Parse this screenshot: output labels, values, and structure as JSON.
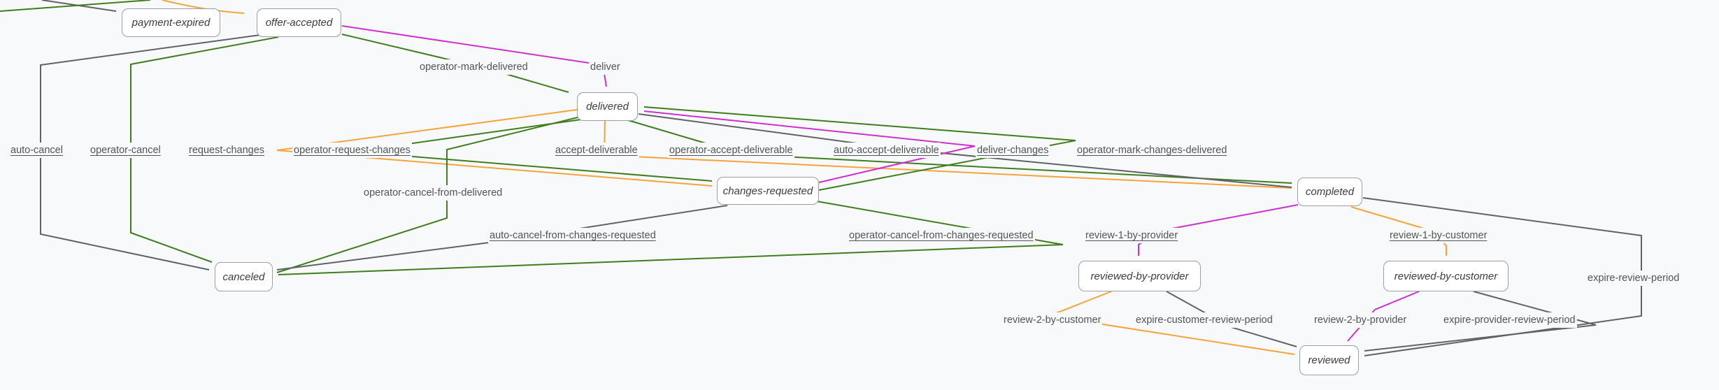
{
  "diagram": {
    "type": "state-machine",
    "description": "Transaction process flow diagram"
  },
  "colors": {
    "background": "#f8f9fa",
    "node_border": "#9aa0a6",
    "node_text": "#3d3d3d",
    "label_text": "#515457",
    "customer": "#f5a33c",
    "provider": "#d02fd0",
    "operator": "#3f7e1e",
    "time": "#5f6368"
  },
  "nodes": [
    {
      "id": "payment-expired",
      "label": "payment-expired"
    },
    {
      "id": "offer-accepted",
      "label": "offer-accepted"
    },
    {
      "id": "delivered",
      "label": "delivered"
    },
    {
      "id": "changes-requested",
      "label": "changes-requested"
    },
    {
      "id": "completed",
      "label": "completed"
    },
    {
      "id": "canceled",
      "label": "canceled"
    },
    {
      "id": "reviewed-by-provider",
      "label": "reviewed-by-provider"
    },
    {
      "id": "reviewed-by-customer",
      "label": "reviewed-by-customer"
    },
    {
      "id": "reviewed",
      "label": "reviewed"
    }
  ],
  "transitions": [
    {
      "id": "auto-cancel",
      "label": "auto-cancel",
      "actor": "time",
      "underlined": true
    },
    {
      "id": "operator-cancel",
      "label": "operator-cancel",
      "actor": "operator",
      "underlined": true
    },
    {
      "id": "request-changes",
      "label": "request-changes",
      "actor": "customer",
      "underlined": true
    },
    {
      "id": "operator-request-changes",
      "label": "operator-request-changes",
      "actor": "operator",
      "underlined": true
    },
    {
      "id": "accept-deliverable",
      "label": "accept-deliverable",
      "actor": "customer",
      "underlined": true
    },
    {
      "id": "operator-accept-deliverable",
      "label": "operator-accept-deliverable",
      "actor": "operator",
      "underlined": true
    },
    {
      "id": "auto-accept-deliverable",
      "label": "auto-accept-deliverable",
      "actor": "time",
      "underlined": true
    },
    {
      "id": "deliver-changes",
      "label": "deliver-changes",
      "actor": "provider",
      "underlined": true
    },
    {
      "id": "operator-mark-changes-delivered",
      "label": "operator-mark-changes-delivered",
      "actor": "operator",
      "underlined": true
    },
    {
      "id": "operator-mark-delivered",
      "label": "operator-mark-delivered",
      "actor": "operator",
      "underlined": false
    },
    {
      "id": "deliver",
      "label": "deliver",
      "actor": "provider",
      "underlined": false
    },
    {
      "id": "operator-cancel-from-delivered",
      "label": "operator-cancel-from-delivered",
      "actor": "operator",
      "underlined": false
    },
    {
      "id": "auto-cancel-from-changes-requested",
      "label": "auto-cancel-from-changes-requested",
      "actor": "time",
      "underlined": true
    },
    {
      "id": "operator-cancel-from-changes-requested",
      "label": "operator-cancel-from-changes-requested",
      "actor": "operator",
      "underlined": true
    },
    {
      "id": "review-1-by-provider",
      "label": "review-1-by-provider",
      "actor": "provider",
      "underlined": true
    },
    {
      "id": "review-1-by-customer",
      "label": "review-1-by-customer",
      "actor": "customer",
      "underlined": true
    },
    {
      "id": "expire-review-period",
      "label": "expire-review-period",
      "actor": "time",
      "underlined": false
    },
    {
      "id": "review-2-by-customer",
      "label": "review-2-by-customer",
      "actor": "customer",
      "underlined": false
    },
    {
      "id": "expire-customer-review-period",
      "label": "expire-customer-review-period",
      "actor": "time",
      "underlined": false
    },
    {
      "id": "review-2-by-provider",
      "label": "review-2-by-provider",
      "actor": "provider",
      "underlined": false
    },
    {
      "id": "expire-provider-review-period",
      "label": "expire-provider-review-period",
      "actor": "time",
      "underlined": false
    }
  ]
}
